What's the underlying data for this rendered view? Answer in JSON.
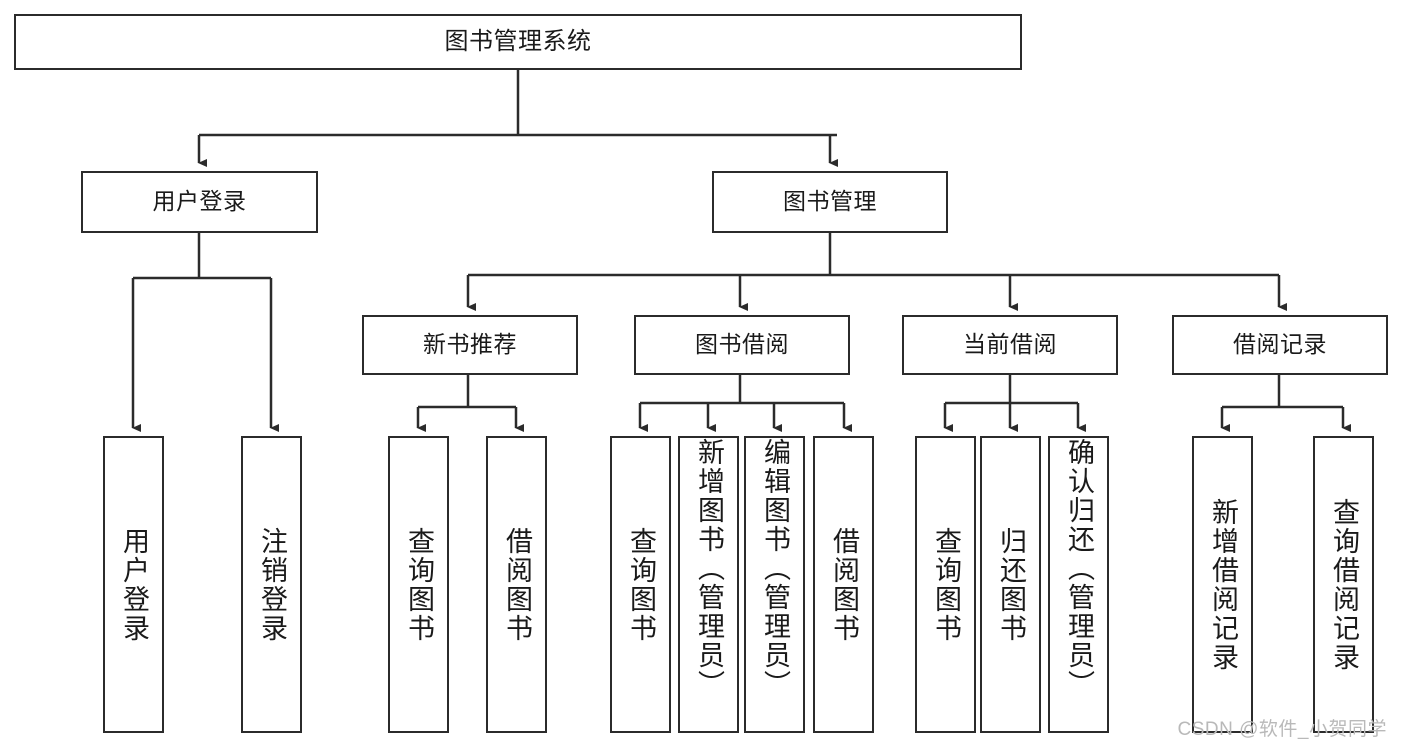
{
  "diagram": {
    "title": "图书管理系统",
    "type": "hierarchy-tree",
    "watermark": "CSDN @软件_小贺同学",
    "colors": {
      "box_border": "#2b2b2b",
      "box_fill": "#ffffff",
      "edge": "#2b2b2b",
      "text": "#1a1a1a",
      "watermark": "#b9b9b9"
    },
    "nodes": {
      "root": {
        "label": "图书管理系统"
      },
      "level2": [
        {
          "id": "user-login",
          "label": "用户登录"
        },
        {
          "id": "book-manage",
          "label": "图书管理"
        }
      ],
      "level3": [
        {
          "id": "new-book-rec",
          "label": "新书推荐"
        },
        {
          "id": "book-borrow",
          "label": "图书借阅"
        },
        {
          "id": "current-borrow",
          "label": "当前借阅"
        },
        {
          "id": "borrow-record",
          "label": "借阅记录"
        }
      ],
      "leaves": {
        "user-login": [
          {
            "id": "leaf-user-login",
            "label": "用户登录"
          },
          {
            "id": "leaf-logout-login",
            "label": "注销登录"
          }
        ],
        "new-book-rec": [
          {
            "id": "leaf-query-book-1",
            "label": "查询图书"
          },
          {
            "id": "leaf-borrow-book-1",
            "label": "借阅图书"
          }
        ],
        "book-borrow": [
          {
            "id": "leaf-query-book-2",
            "label": "查询图书"
          },
          {
            "id": "leaf-add-book",
            "label": "新增图书（管理员）"
          },
          {
            "id": "leaf-edit-book",
            "label": "编辑图书（管理员）"
          },
          {
            "id": "leaf-borrow-book-2",
            "label": "借阅图书"
          }
        ],
        "current-borrow": [
          {
            "id": "leaf-query-book-3",
            "label": "查询图书"
          },
          {
            "id": "leaf-return-book",
            "label": "归还图书"
          },
          {
            "id": "leaf-confirm-return",
            "label": "确认归还（管理员）"
          }
        ],
        "borrow-record": [
          {
            "id": "leaf-add-record",
            "label": "新增借阅记录"
          },
          {
            "id": "leaf-query-record",
            "label": "查询借阅记录"
          }
        ]
      }
    }
  }
}
